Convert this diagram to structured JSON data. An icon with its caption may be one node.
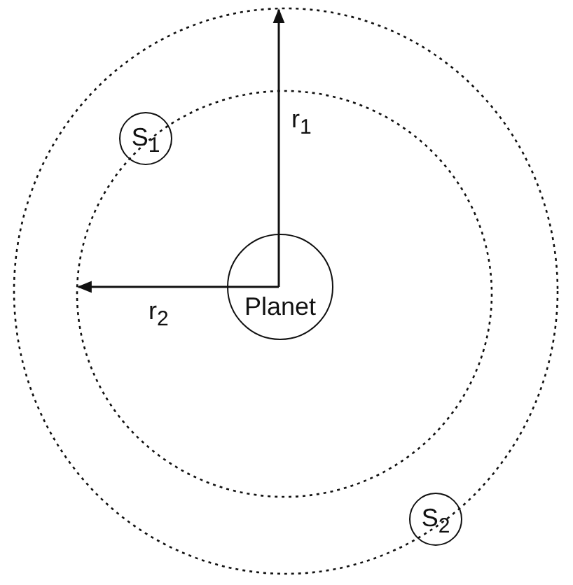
{
  "diagram": {
    "nodes": [
      {
        "text": [
          "Planet"
        ]
      },
      {
        "text": [
          "S$_{1}$"
        ]
      },
      {
        "text": [
          "S$_{2}$"
        ]
      }
    ],
    "labels": [
      "r$_{1}$",
      "r$_{2}$"
    ]
  }
}
